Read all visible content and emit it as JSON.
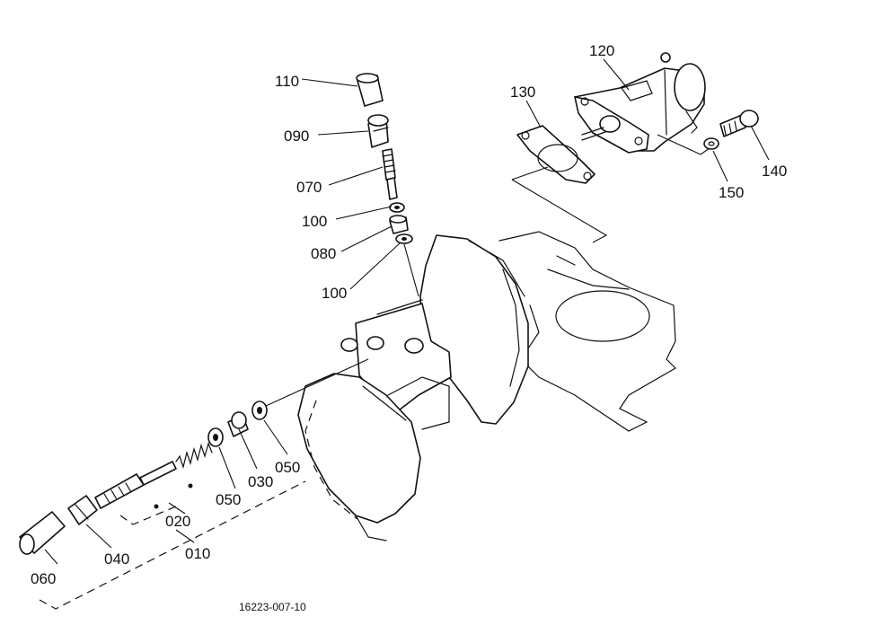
{
  "figure": {
    "reference": "16223-007-10",
    "callouts": {
      "p110": "110",
      "p090": "090",
      "p070": "070",
      "p100a": "100",
      "p080": "080",
      "p100b": "100",
      "p120": "120",
      "p130": "130",
      "p140": "140",
      "p150": "150",
      "p010": "010",
      "p020": "020",
      "p030": "030",
      "p040": "040",
      "p050a": "050",
      "p050b": "050",
      "p060": "060"
    }
  }
}
